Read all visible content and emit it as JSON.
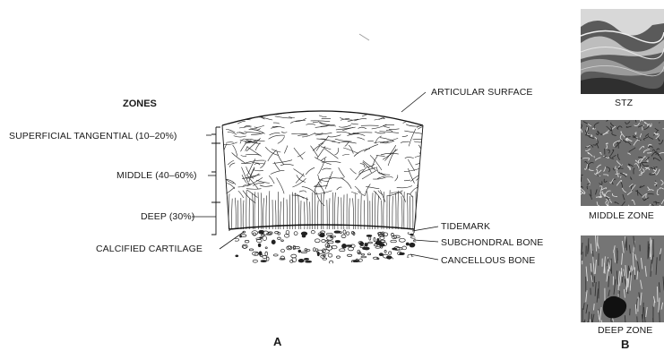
{
  "zones_heading": "ZONES",
  "left_labels": {
    "superficial": "SUPERFICIAL TANGENTIAL (10–20%)",
    "middle": "MIDDLE (40–60%)",
    "deep": "DEEP (30%)",
    "calcified": "CALCIFIED CARTILAGE"
  },
  "right_labels": {
    "articular_surface": "ARTICULAR SURFACE",
    "tidemark": "TIDEMARK",
    "subchondral": "SUBCHONDRAL BONE",
    "cancellous": "CANCELLOUS BONE"
  },
  "panel_a": "A",
  "panel_b": {
    "letter": "B",
    "captions": [
      "STZ",
      "MIDDLE ZONE",
      "DEEP ZONE"
    ]
  }
}
